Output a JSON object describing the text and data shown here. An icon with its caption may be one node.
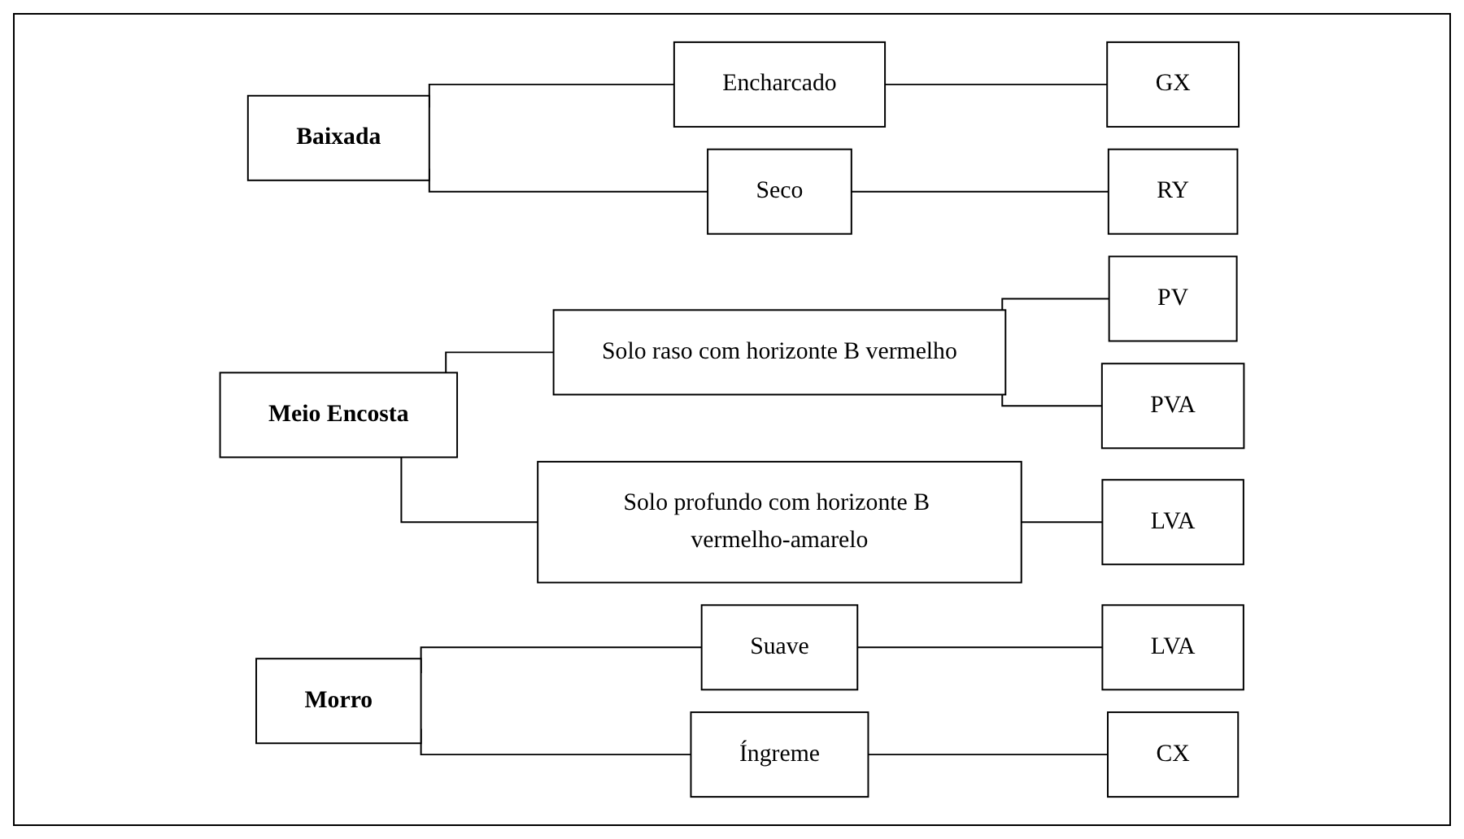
{
  "diagram": {
    "nodes": [
      {
        "text": [
          "Baixada"
        ]
      },
      {
        "text": [
          "Encharcado"
        ]
      },
      {
        "text": [
          "Seco"
        ]
      },
      {
        "text": [
          "GX"
        ]
      },
      {
        "text": [
          "RY"
        ]
      },
      {
        "text": [
          "Meio Encosta"
        ]
      },
      {
        "text": [
          "Solo raso com horizonte B vermelho"
        ]
      },
      {
        "text": [
          "PV"
        ]
      },
      {
        "text": [
          "PVA"
        ]
      },
      {
        "text": [
          "Solo profundo com horizonte B vermelho-amarelo"
        ]
      },
      {
        "text": [
          "LVA"
        ]
      },
      {
        "text": [
          "Morro"
        ]
      },
      {
        "text": [
          "Suave"
        ]
      },
      {
        "text": [
          "LVA"
        ]
      },
      {
        "text": [
          "Íngreme"
        ]
      },
      {
        "text": [
          "CX"
        ]
      }
    ],
    "edges": [
      {
        "from": 0,
        "to": 1,
        "arrow": "none"
      },
      {
        "from": 0,
        "to": 2,
        "arrow": "none"
      },
      {
        "from": 1,
        "to": 3,
        "arrow": "none"
      },
      {
        "from": 2,
        "to": 4,
        "arrow": "none"
      },
      {
        "from": 5,
        "to": 6,
        "arrow": "none"
      },
      {
        "from": 5,
        "to": 9,
        "arrow": "none"
      },
      {
        "from": 6,
        "to": 7,
        "arrow": "none"
      },
      {
        "from": 6,
        "to": 8,
        "arrow": "none"
      },
      {
        "from": 9,
        "to": 10,
        "arrow": "none"
      },
      {
        "from": 11,
        "to": 12,
        "arrow": "none"
      },
      {
        "from": 11,
        "to": 14,
        "arrow": "none"
      },
      {
        "from": 12,
        "to": 13,
        "arrow": "none"
      },
      {
        "from": 14,
        "to": 15,
        "arrow": "none"
      }
    ]
  }
}
